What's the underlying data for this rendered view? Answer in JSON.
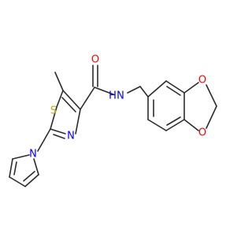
{
  "molecule": {
    "atoms": {
      "oxygen_carbonyl": {
        "symbol": "O",
        "color": "#ff0000"
      },
      "nitrogen_amide": {
        "symbol": "N",
        "color": "#0000ff"
      },
      "hydrogen_amide": {
        "symbol": "H",
        "color": "#0000ff"
      },
      "sulfur": {
        "symbol": "S",
        "color": "#c8a800"
      },
      "nitrogen_thiazole": {
        "symbol": "N",
        "color": "#0000ff"
      },
      "nitrogen_pyrrole": {
        "symbol": "N",
        "color": "#0000ff"
      },
      "oxygen_dioxole_top": {
        "symbol": "O",
        "color": "#ff0000"
      },
      "oxygen_dioxole_bottom": {
        "symbol": "O",
        "color": "#ff0000"
      }
    },
    "bond_color": "#2b2b2b"
  }
}
